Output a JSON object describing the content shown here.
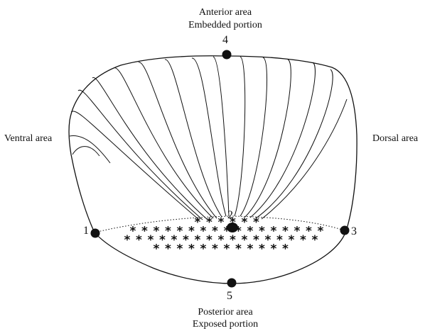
{
  "labels": {
    "anterior_area": "Anterior area",
    "embedded_portion": "Embedded portion",
    "posterior_area": "Posterior area",
    "exposed_portion": "Exposed portion",
    "ventral_area": "Ventral area",
    "dorsal_area": "Dorsal area"
  },
  "landmarks": [
    {
      "id": "1",
      "name": "landmark-1"
    },
    {
      "id": "2",
      "name": "landmark-2"
    },
    {
      "id": "3",
      "name": "landmark-3"
    },
    {
      "id": "4",
      "name": "landmark-4"
    },
    {
      "id": "5",
      "name": "landmark-5"
    }
  ],
  "colors": {
    "ink": "#111111",
    "background": "#ffffff"
  }
}
